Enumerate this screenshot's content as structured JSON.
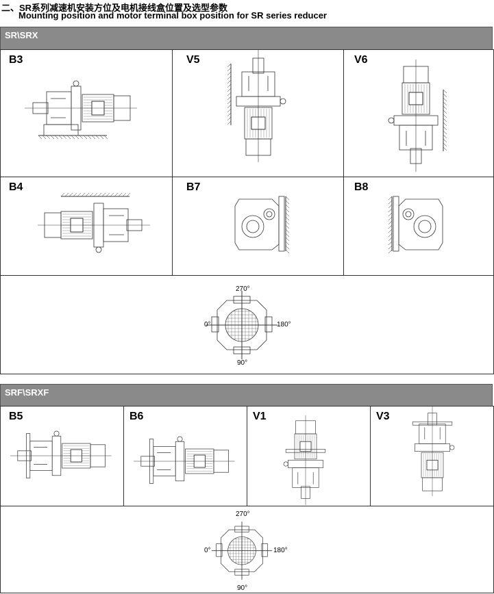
{
  "title_cn": "二、SR系列减速机安装方位及电机接线盒位置及选型参数",
  "title_en": "Mounting position and motor terminal box position for SR series reducer",
  "sections": [
    {
      "header": "SR\\SRX",
      "positions": [
        "B3",
        "V5",
        "V6",
        "B4",
        "B7",
        "B8"
      ],
      "terminal_box": {
        "top": "270°",
        "left": "0°",
        "right": "180°",
        "bottom": "90°"
      }
    },
    {
      "header": "SRF\\SRXF",
      "positions": [
        "B5",
        "B6",
        "V1",
        "V3"
      ],
      "terminal_box": {
        "top": "270°",
        "left": "0°",
        "right": "180°",
        "bottom": "90°"
      }
    }
  ]
}
